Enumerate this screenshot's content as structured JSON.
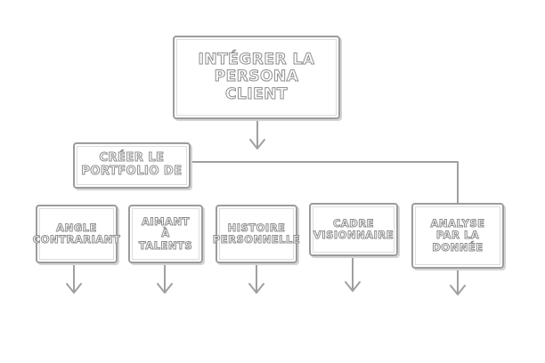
{
  "diagram": {
    "root": {
      "label": "Intégrer la\npersona\nclient"
    },
    "portfolio": {
      "label": "Créer le\nportfolio de"
    },
    "leaves": [
      {
        "label": "Angle\ncontrariant"
      },
      {
        "label": "Aimant\nà talents"
      },
      {
        "label": "Histoire\npersonnelle"
      },
      {
        "label": "Cadre\nvisionnaire"
      },
      {
        "label": "Analyse\npar la\ndonnée"
      }
    ]
  }
}
